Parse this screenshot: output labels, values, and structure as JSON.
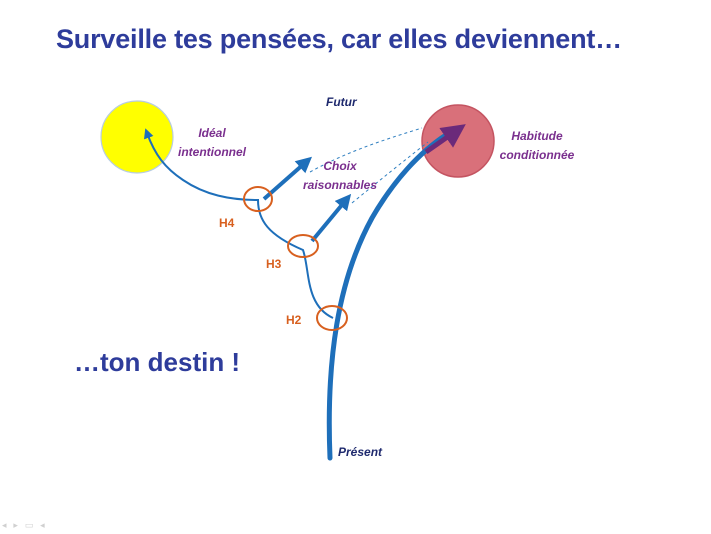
{
  "slide": {
    "title": "Surveille tes pensées, car elles deviennent…",
    "subtitle": "…ton destin !"
  },
  "diagram": {
    "future_label": "Futur",
    "present_label": "Présent",
    "ideal_label_line1": "Idéal",
    "ideal_label_line2": "intentionnel",
    "habit_label_line1": "Habitude",
    "habit_label_line2": "conditionnée",
    "choice_label_line1": "Choix",
    "choice_label_line2": "raisonnables",
    "h4": "H4",
    "h3": "H3",
    "h2": "H2"
  },
  "colors": {
    "title": "#2e3c9b",
    "ideal_circle": "#ffff00",
    "habit_circle": "#d9707a",
    "path": "#1e6fba",
    "decision_circle": "#d8601f"
  },
  "icons": [
    "slide-nav-controls-icon"
  ]
}
